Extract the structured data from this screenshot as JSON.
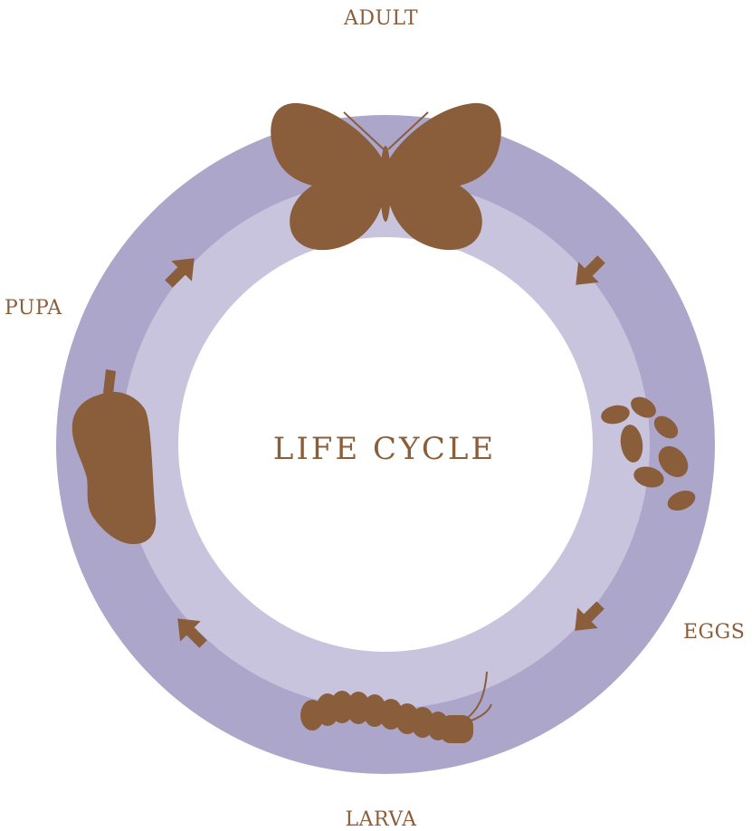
{
  "title": "LIFE CYCLE",
  "stages": {
    "adult": "ADULT",
    "eggs": "EGGS",
    "larva": "LARVA",
    "pupa": "PUPA"
  },
  "colors": {
    "outer_ring": "#ada6cb",
    "inner_ring": "#c9c4dd",
    "center": "#ffffff",
    "illustration": "#8a5d3b",
    "text": "#8a5d3b"
  },
  "icons": {
    "adult": "butterfly-icon",
    "eggs": "eggs-icon",
    "larva": "caterpillar-icon",
    "pupa": "chrysalis-icon",
    "arrow": "arrow-icon"
  }
}
